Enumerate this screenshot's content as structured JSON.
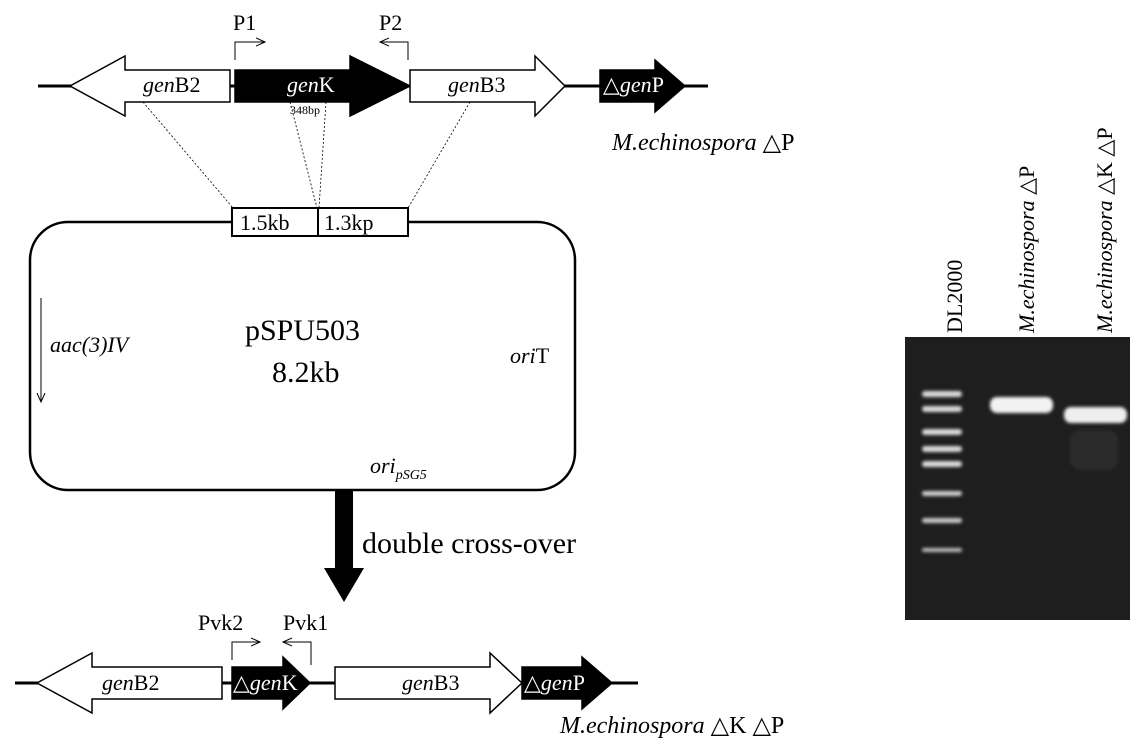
{
  "top_construct": {
    "primer_left": "P1",
    "primer_right": "P2",
    "genes": [
      {
        "prefix": "gen",
        "suffix": "B2",
        "delta": ""
      },
      {
        "prefix": "gen",
        "suffix": "K",
        "delta": ""
      },
      {
        "prefix": "gen",
        "suffix": "B3",
        "delta": ""
      },
      {
        "prefix": "gen",
        "suffix": "P",
        "delta": "△"
      }
    ],
    "size_note": "348bp",
    "strain": {
      "italic": "M.echinospora",
      "suffix": " △P"
    }
  },
  "plasmid": {
    "arm_left": "1.5kb",
    "arm_right": "1.3kp",
    "name": "pSPU503",
    "size": "8.2kb",
    "marker": "aac(3)IV",
    "orit_italic": "ori",
    "orit_suffix": "T",
    "ori_italic": "ori",
    "ori_sub": "pSG5"
  },
  "process_label": "double cross-over",
  "bottom_construct": {
    "primer_left": "Pvk2",
    "primer_right": "Pvk1",
    "genes": [
      {
        "prefix": "gen",
        "suffix": "B2",
        "delta": ""
      },
      {
        "prefix": "gen",
        "suffix": "K",
        "delta": "△"
      },
      {
        "prefix": "gen",
        "suffix": "B3",
        "delta": ""
      },
      {
        "prefix": "gen",
        "suffix": "P",
        "delta": "△"
      }
    ],
    "strain": {
      "italic": "M.echinospora",
      "suffix": " △K △P"
    }
  },
  "gel": {
    "lanes": [
      {
        "label": "DL2000",
        "italic": "",
        "suffix": ""
      },
      {
        "label": "",
        "italic": "M.echinospora",
        "suffix": " △P"
      },
      {
        "label": "",
        "italic": "M.echinospora",
        "suffix": " △K △P"
      }
    ]
  },
  "colors": {
    "ink": "#000000",
    "paper": "#ffffff",
    "gel_bg": "#1e1e1e",
    "band": "#f2f2f2"
  }
}
